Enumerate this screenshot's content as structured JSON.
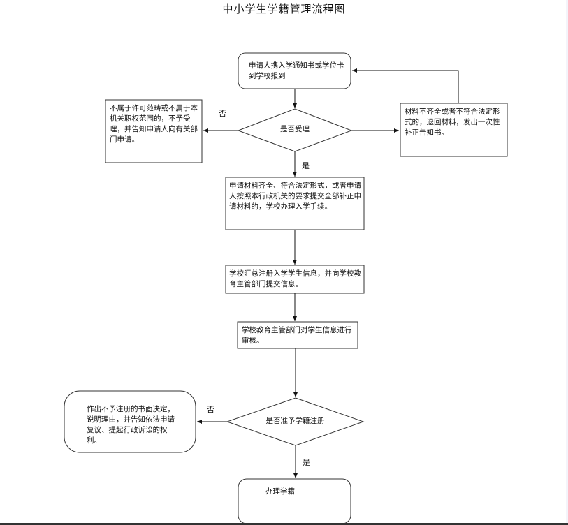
{
  "title": "中小学生学籍管理流程图",
  "nodes": {
    "start": "申请人携入学通知书或学位卡到学校报到",
    "decision_accept": "是否受理",
    "reject_scope": "不属于许可范畴或不属于本机关职权范围的，不予受理，并告知申请人向有关部门申请。",
    "incomplete": "材料不齐全或者不符合法定形式的，退回材料，发出一次性补正告知书。",
    "accepted": "申请材料齐全、符合法定形式，或者申请人按照本行政机关的要求提交全部补正申请材料的，学校办理入学手续。",
    "submit_info": "学校汇总注册入学学生信息，并向学校教育主管部门提交信息。",
    "review": "学校教育主管部门对学生信息进行审核。",
    "decision_register": "是否准予学籍注册",
    "reject_register": "作出不予注册的书面决定，说明理由，并告知依法申请复议、提起行政诉讼的权利。",
    "end": "办理学籍"
  },
  "edge_labels": {
    "accept_no": "否",
    "accept_yes": "是",
    "register_no": "否",
    "register_yes": "是"
  }
}
